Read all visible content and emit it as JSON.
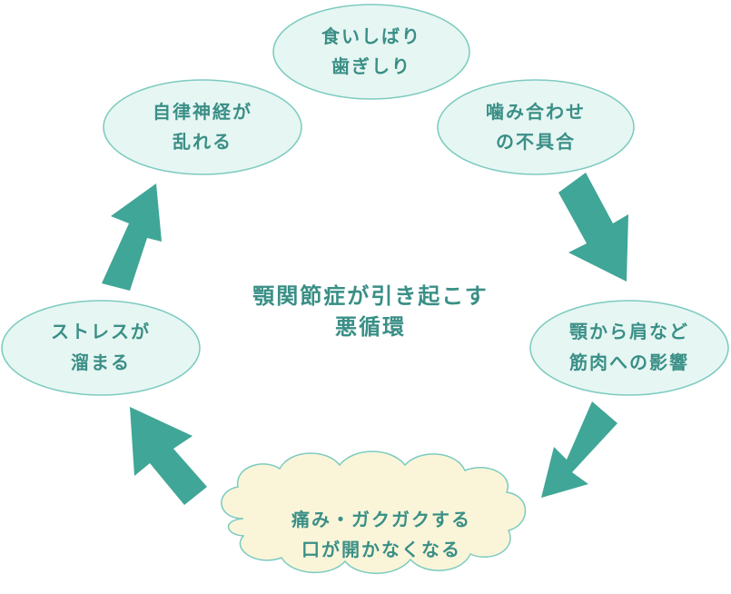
{
  "colors": {
    "ellipse_fill": "#e6f6f3",
    "ellipse_stroke": "#7ccbbf",
    "cloud_fill": "#faf5d9",
    "cloud_stroke": "#7ccbbf",
    "arrow": "#40a697",
    "text": "#3a8f86"
  },
  "center": {
    "line1": "顎関節症が引き起こす",
    "line2": "悪循環"
  },
  "nodes": {
    "clenching": {
      "line1": "食いしばり",
      "line2": "歯ぎしり"
    },
    "bite": {
      "line1": "噛み合わせ",
      "line2": "の不具合"
    },
    "jaw_shoulder": {
      "line1": "顎から肩など",
      "line2": "筋肉への影響"
    },
    "pain": {
      "line1": "痛み・ガクガクする",
      "line2": "口が開かなくなる"
    },
    "stress": {
      "line1": "ストレスが",
      "line2": "溜まる"
    },
    "autonomic": {
      "line1": "自律神経が",
      "line2": "乱れる"
    }
  }
}
